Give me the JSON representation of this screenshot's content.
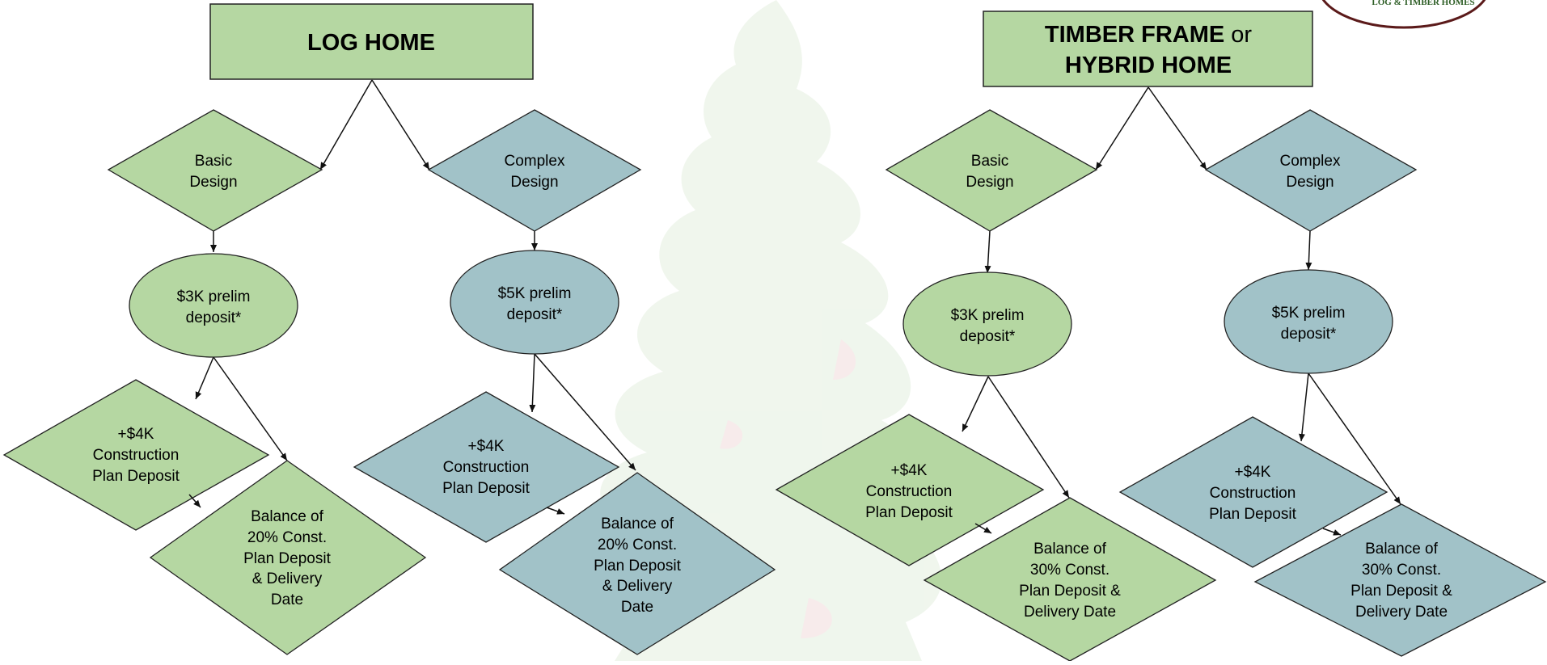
{
  "logo": {
    "text": "LOG & TIMBER HOMES"
  },
  "colors": {
    "green": "#b5d7a2",
    "blue": "#a1c2c8",
    "stroke": "#222222",
    "bg_tree": "#e7f1e3",
    "logo_ring": "#5b1a1a"
  },
  "charts": {
    "log": {
      "title": [
        "LOG HOME"
      ],
      "basic": {
        "label": [
          "Basic",
          "Design"
        ],
        "deposit": [
          "$3K prelim",
          "deposit*"
        ],
        "construction": [
          "+$4K",
          "Construction",
          "Plan Deposit"
        ],
        "balance": [
          "Balance of",
          "20% Const.",
          "Plan Deposit",
          "& Delivery",
          "Date"
        ]
      },
      "complex": {
        "label": [
          "Complex",
          "Design"
        ],
        "deposit": [
          "$5K prelim",
          "deposit*"
        ],
        "construction": [
          "+$4K",
          "Construction",
          "Plan Deposit"
        ],
        "balance": [
          "Balance of",
          "20% Const.",
          "Plan Deposit",
          "& Delivery",
          "Date"
        ]
      }
    },
    "timber": {
      "title_bold_1": "TIMBER FRAME",
      "title_regular": " or",
      "title_bold_2": "HYBRID HOME",
      "basic": {
        "label": [
          "Basic",
          "Design"
        ],
        "deposit": [
          "$3K prelim",
          "deposit*"
        ],
        "construction": [
          "+$4K",
          "Construction",
          "Plan Deposit"
        ],
        "balance": [
          "Balance of",
          "30% Const.",
          "Plan Deposit &",
          "Delivery Date"
        ]
      },
      "complex": {
        "label": [
          "Complex",
          "Design"
        ],
        "deposit": [
          "$5K prelim",
          "deposit*"
        ],
        "construction": [
          "+$4K",
          "Construction",
          "Plan Deposit"
        ],
        "balance": [
          "Balance of",
          "30% Const.",
          "Plan Deposit &",
          "Delivery Date"
        ]
      }
    }
  }
}
